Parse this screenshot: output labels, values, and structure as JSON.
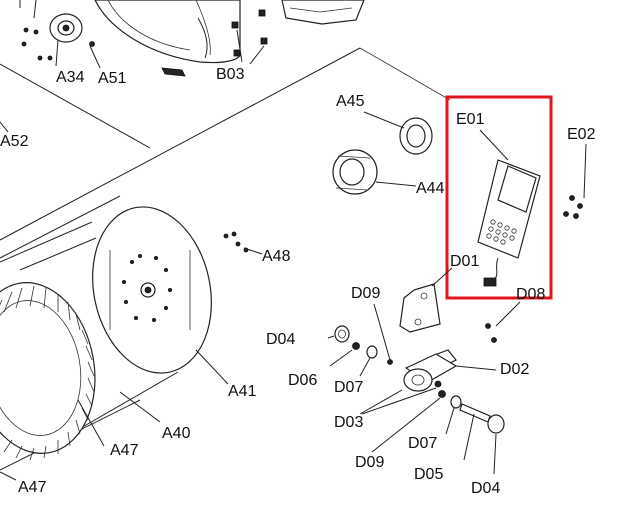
{
  "diagram": {
    "labels": {
      "A34": "A34",
      "A51": "A51",
      "B03": "B03",
      "A52": "A52",
      "A45": "A45",
      "E01": "E01",
      "E02": "E02",
      "A44": "A44",
      "A48": "A48",
      "D01": "D01",
      "D09_top": "D09",
      "D08": "D08",
      "D04_left": "D04",
      "D06": "D06",
      "D07_top": "D07",
      "D02": "D02",
      "A41": "A41",
      "D03": "D03",
      "A40": "A40",
      "A47_mid": "A47",
      "D07_bottom": "D07",
      "D09_bottom": "D09",
      "D05": "D05",
      "D04_bottom": "D04",
      "A47_bottom": "A47"
    },
    "highlight_color": "#e0141e"
  }
}
